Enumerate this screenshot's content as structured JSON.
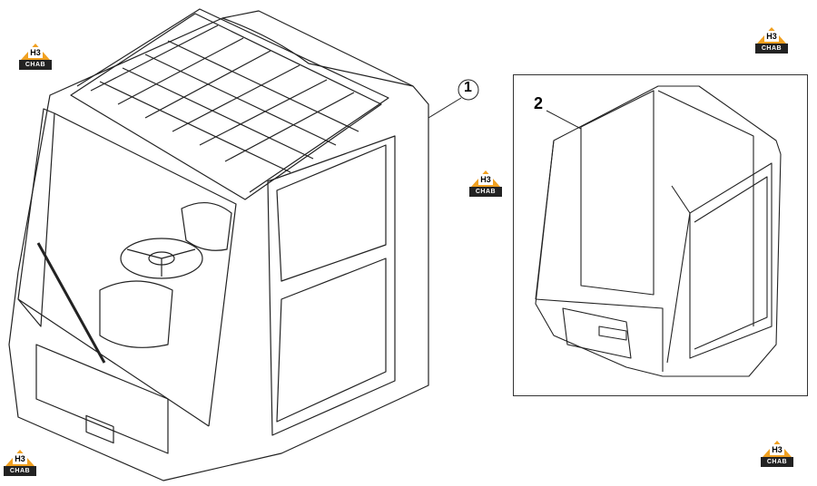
{
  "logo": {
    "mark": "H3",
    "caption": "CHAB"
  },
  "callouts": {
    "main": "1",
    "inset": "2"
  },
  "colors": {
    "logo_orange": "#f0a020",
    "logo_dark": "#222222",
    "line": "#222222"
  }
}
